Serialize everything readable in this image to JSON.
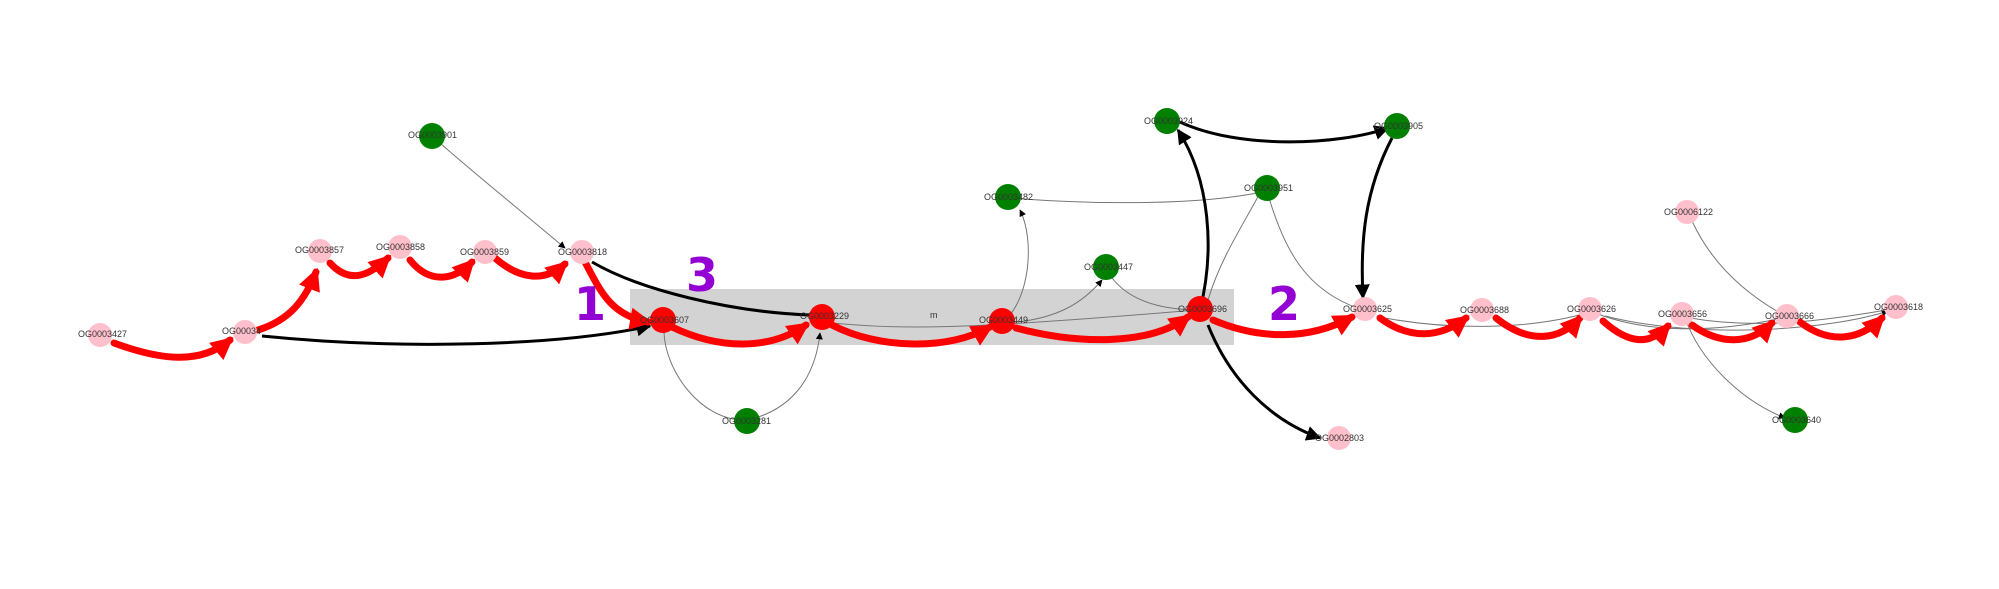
{
  "colors": {
    "path_node": "#ff0000",
    "path_edge": "#ff0000",
    "pink_node": "#ffc0cb",
    "green_node": "#008000",
    "module_box": "#d3d3d3",
    "marker": "#9400d3"
  },
  "module": {
    "label": "m"
  },
  "markers": {
    "m1": "1",
    "m2": "2",
    "m3": "3"
  },
  "nodes": {
    "n3427": "OG0003427",
    "n3a": "OG00034",
    "n3857": "OG0003857",
    "n3858": "OG0003858",
    "n3859": "OG0003859",
    "n3818": "OG0003818",
    "n3901": "OG0003901",
    "n3607": "OG0003607",
    "n3229": "OG0003229",
    "n3281": "OG0003281",
    "n3449": "OG0003449",
    "n3482": "OG0003482",
    "n3447": "OG0003447",
    "n3696": "OG0003696",
    "n3924": "OG0003924",
    "n3905": "OG0003905",
    "n3951": "OG0003951",
    "n2803": "OG0002803",
    "n3625": "OG0003625",
    "n3688": "OG0003688",
    "n3626": "OG0003626",
    "n6122": "OG0006122",
    "n3656": "OG0003656",
    "n3666": "OG0003666",
    "n3640": "OG0003640",
    "n3618": "OG0003618"
  }
}
